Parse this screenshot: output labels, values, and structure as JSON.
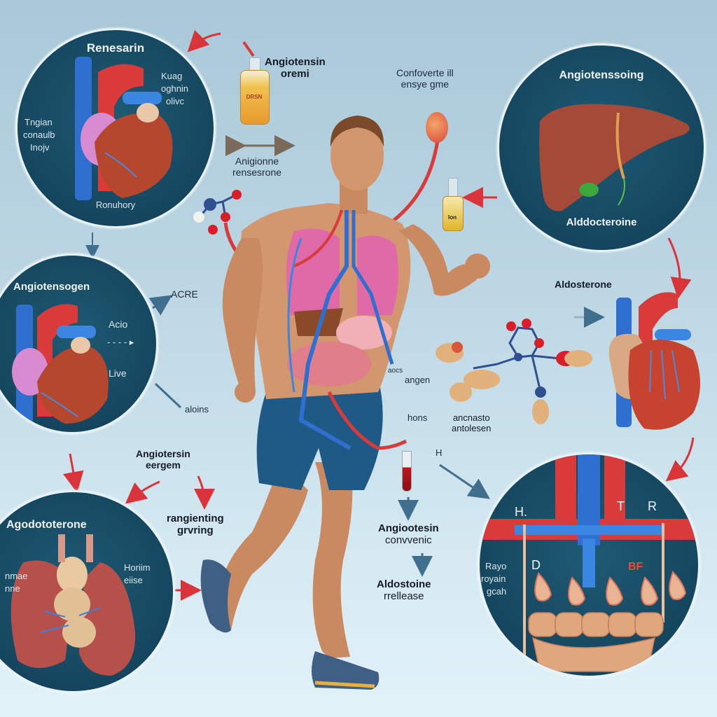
{
  "diagram": {
    "type": "medical-infographic",
    "subject": "renin-angiotensin-aldosterone system, running man anatomy",
    "colors": {
      "background_top": "#a9c8d8",
      "background_bottom": "#e2f2f9",
      "circle_fill": "#174a63",
      "circle_border": "#e8f4fa",
      "arrow_red": "#d8343a",
      "arrow_blue": "#3f6f8c",
      "artery_red": "#d93a3a",
      "vein_blue": "#2f6fd0"
    }
  },
  "circles": {
    "top_left": {
      "title": "Renesarin",
      "side_right": [
        "Kuag",
        "oghnin",
        "olivc"
      ],
      "side_left": [
        "Tngian",
        "conaulb",
        "Inojv"
      ],
      "bottom": "Ronuhory",
      "icon": "heart"
    },
    "top_right": {
      "title": "Angiotenssoing",
      "bottom": "Alddocteroine",
      "icon": "liver"
    },
    "mid_left": {
      "title": "Angiotensogen",
      "side": [
        "Acio",
        "Live"
      ],
      "icon": "heart"
    },
    "bottom_left": {
      "title": "Agodototerone",
      "side_left": [
        "nmae",
        "nne"
      ],
      "side_right": [
        "Horiim",
        "eiise"
      ],
      "icon": "lungs"
    },
    "bottom_right": {
      "letters": [
        "H.",
        "T",
        "R",
        "D",
        "BF"
      ],
      "side_left": [
        "Rayo",
        "royain",
        "gcah"
      ],
      "icon": "blood-vessels-intestines"
    }
  },
  "labels": {
    "angiotensin_top": [
      "Angiotensin",
      "oremi"
    ],
    "bottle_label": "DRSN",
    "angiotensin_renesterone": [
      "Anigionne",
      "rensesrone"
    ],
    "converter": [
      "Confoverte ill",
      "ensye gme"
    ],
    "small_bottle_label": "Ion",
    "acre": "ACRE",
    "aloins": "aloins",
    "aldosterone_right": "Aldosterone",
    "angiotensin_eergem": [
      "Angiotersin",
      "eergem"
    ],
    "rangienting": [
      "rangienting",
      "grvring"
    ],
    "aocs": "aocs",
    "angen": "angen",
    "hons": "hons",
    "ancnasto": [
      "ancnasto",
      "antolesen"
    ],
    "tube_h": "H",
    "angiotesin_convenic": [
      "Angiootesin",
      "convvenic"
    ],
    "aldostoine_release": [
      "Aldostoine",
      "rrellease"
    ]
  }
}
